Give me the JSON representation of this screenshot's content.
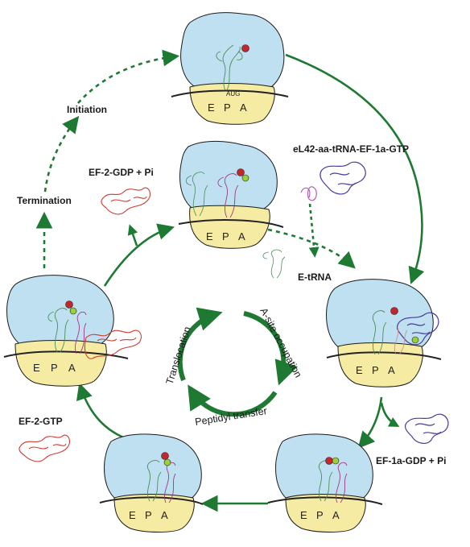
{
  "labels": {
    "initiation": "Initiation",
    "termination": "Termination",
    "ef2_gdp_pi": "EF-2-GDP + Pi",
    "el42_complex": "eL42-aa-tRNA-EF-1a-GTP",
    "e_trna": "E-tRNA",
    "ef1a_gdp_pi": "EF-1a-GDP + Pi",
    "ef2_gtp": "EF-2-GTP",
    "aug": "AUG"
  },
  "sites": [
    "E",
    "P",
    "A"
  ],
  "cycle": {
    "translocation": "Translocation",
    "a_site_occupation": "A-site occupation",
    "peptidyl_transfer": "Peptidyl transfer"
  },
  "colors": {
    "arrow_green": "#1e7a32",
    "large_subunit": "#bfe0f0",
    "small_subunit": "#f5eba3",
    "ef2": "#d23a2f",
    "ef1a": "#4b3a9a",
    "p_trna": "#4a8f5a",
    "a_trna": "#a3368a",
    "aa_red": "#c1272d",
    "aa_green": "#9ccf3a"
  }
}
